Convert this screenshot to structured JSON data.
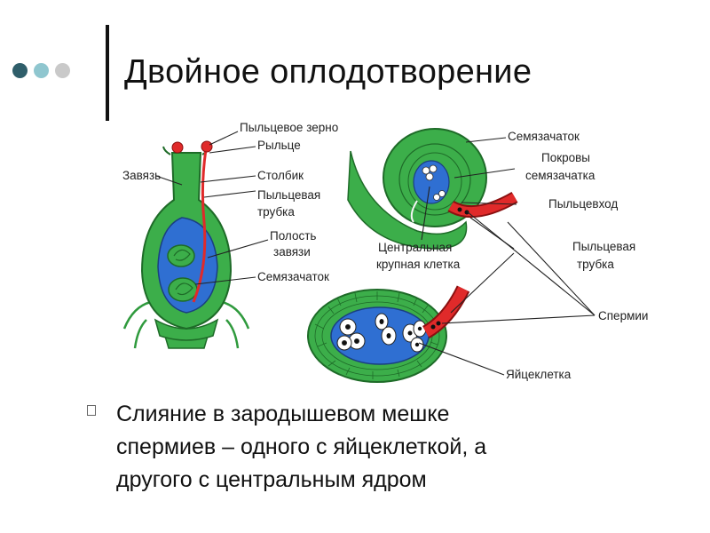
{
  "colors": {
    "dot1": "#2f5e6a",
    "dot2": "#8fc6cf",
    "dot3": "#c9c9c9",
    "tissue_green": "#3cae4a",
    "cavity_blue": "#2f6fd2",
    "pollen_red": "#e02a2a"
  },
  "title": "Двойное оплодотворение",
  "labels": {
    "pollen_grain": "Пыльцевое зерно",
    "stigma": "Рыльце",
    "ovary": "Завязь",
    "style": "Столбик",
    "pollen_tube_1a": "Пыльцевая",
    "pollen_tube_1b": "трубка",
    "ovary_cavity_a": "Полость",
    "ovary_cavity_b": "завязи",
    "ovule_1": "Семязачаток",
    "ovule_2": "Семязачаток",
    "integuments_a": "Покровы",
    "integuments_b": "семязачатка",
    "micropyle": "Пыльцевход",
    "central_cell_a": "Центральная",
    "central_cell_b": "крупная клетка",
    "pollen_tube_2a": "Пыльцевая",
    "pollen_tube_2b": "трубка",
    "sperms": "Спермии",
    "egg_cell": "Яйцеклетка"
  },
  "bullet": {
    "icon": "square-bullet-icon",
    "line1": "Слияние в зародышевом мешке",
    "line2": "спермиев – одного с яйцеклеткой, а",
    "line3": "другого с центральным ядром"
  }
}
